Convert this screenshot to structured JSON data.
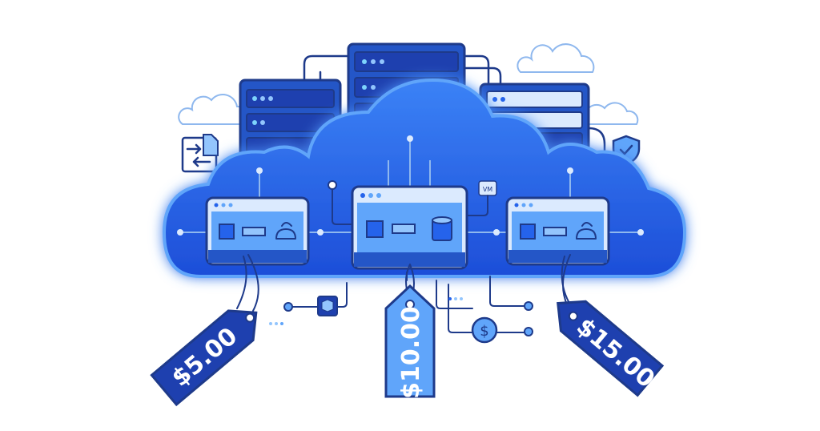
{
  "illustration": {
    "colors": {
      "dark": "#1e3a8a",
      "primary": "#2563eb",
      "light": "#60a5fa",
      "pale": "#dbeafe"
    },
    "vm_label": "VM",
    "dollar_symbol": "$",
    "price_tags": [
      {
        "label": "$5.00"
      },
      {
        "label": "$10.00"
      },
      {
        "label": "$15.00"
      }
    ],
    "icons": [
      "server-rack-icon",
      "cloud-icon",
      "file-transfer-icon",
      "shield-check-icon",
      "cpu-icon",
      "ram-icon",
      "database-icon",
      "network-icon",
      "cube-icon",
      "dollar-icon",
      "price-tag-icon"
    ]
  }
}
